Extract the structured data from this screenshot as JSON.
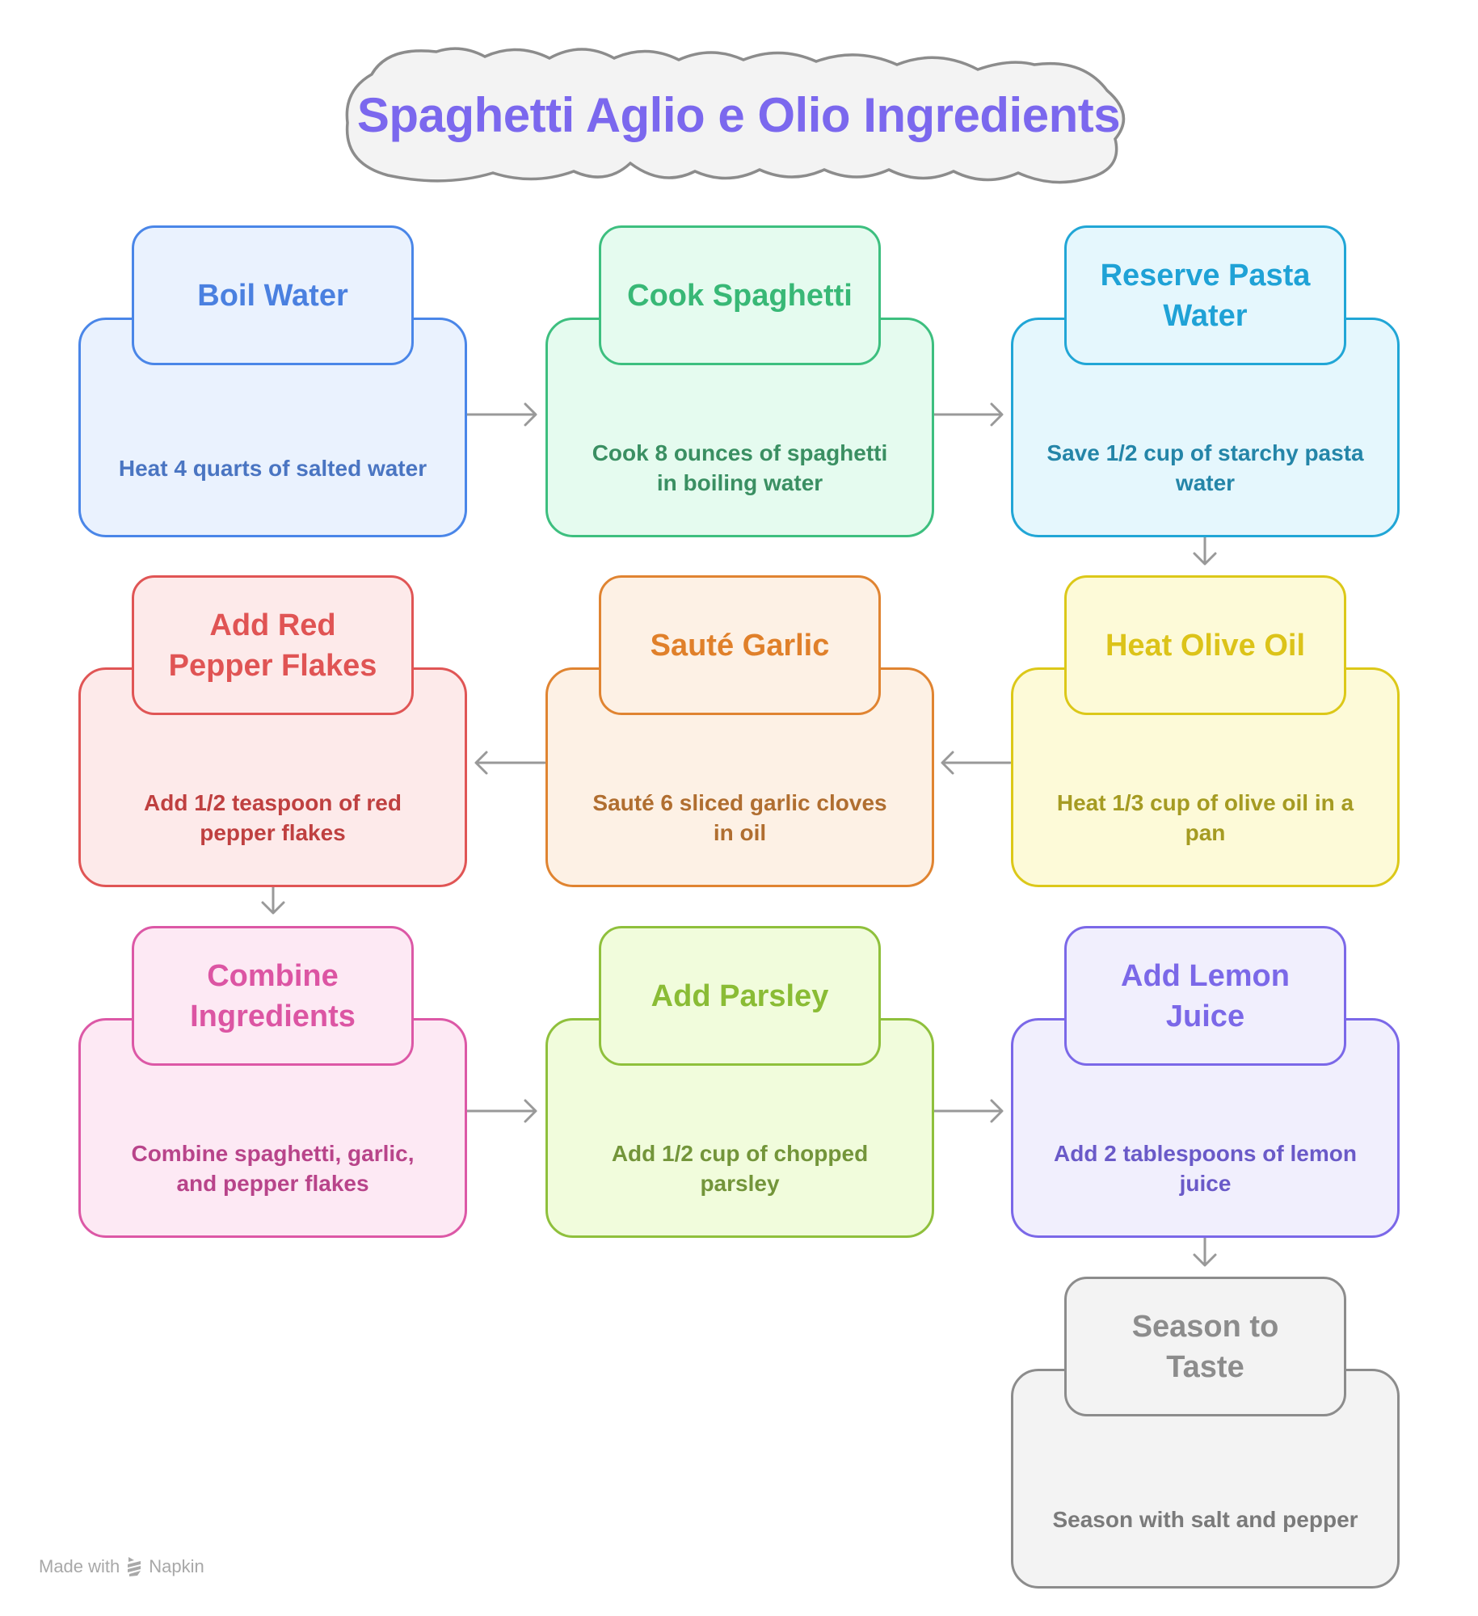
{
  "title": {
    "text": "Spaghetti Aglio e Olio Ingredients",
    "color": "#7b68ee",
    "cloud_fill": "#f3f3f3",
    "cloud_stroke": "#8c8c8c"
  },
  "steps": [
    {
      "id": "boil-water",
      "title": "Boil Water",
      "description": "Heat 4 quarts of salted water",
      "colors": {
        "border": "#4a86e8",
        "fill": "#eaf2fe",
        "title": "#4a80e0",
        "text": "#4a75c2"
      }
    },
    {
      "id": "cook-spaghetti",
      "title": "Cook Spaghetti",
      "description": "Cook 8 ounces of spaghetti in boiling water",
      "colors": {
        "border": "#3dbf7f",
        "fill": "#e5fbef",
        "title": "#38b876",
        "text": "#3a8f62"
      }
    },
    {
      "id": "reserve-pasta-water",
      "title": "Reserve Pasta Water",
      "description": "Save 1/2 cup of starchy pasta water",
      "colors": {
        "border": "#21a6d6",
        "fill": "#e5f7fd",
        "title": "#1fa2d6",
        "text": "#2485a8"
      }
    },
    {
      "id": "heat-olive-oil",
      "title": "Heat Olive Oil",
      "description": "Heat 1/3 cup of olive oil in a pan",
      "colors": {
        "border": "#dcc819",
        "fill": "#fdfad8",
        "title": "#dcc319",
        "text": "#a59b22"
      }
    },
    {
      "id": "saute-garlic",
      "title": "Sauté Garlic",
      "description": "Sauté 6 sliced garlic cloves in oil",
      "colors": {
        "border": "#e08431",
        "fill": "#fdf1e5",
        "title": "#e0802a",
        "text": "#b06e30"
      }
    },
    {
      "id": "add-red-pepper-flakes",
      "title": "Add Red Pepper Flakes",
      "description": "Add 1/2 teaspoon of red pepper flakes",
      "colors": {
        "border": "#e05555",
        "fill": "#fdeaea",
        "title": "#e05454",
        "text": "#bf4040"
      }
    },
    {
      "id": "combine-ingredients",
      "title": "Combine Ingredients",
      "description": "Combine spaghetti, garlic, and pepper flakes",
      "colors": {
        "border": "#dc58a6",
        "fill": "#fde9f4",
        "title": "#dc55a3",
        "text": "#b8448a"
      }
    },
    {
      "id": "add-parsley",
      "title": "Add Parsley",
      "description": "Add 1/2 cup of chopped parsley",
      "colors": {
        "border": "#8fc03c",
        "fill": "#f1fcdc",
        "title": "#8abc35",
        "text": "#73953a"
      }
    },
    {
      "id": "add-lemon-juice",
      "title": "Add Lemon Juice",
      "description": "Add 2 tablespoons of lemon juice",
      "colors": {
        "border": "#7b68e8",
        "fill": "#f1effd",
        "title": "#7b68e8",
        "text": "#6a5ac8"
      }
    },
    {
      "id": "season-to-taste",
      "title": "Season to Taste",
      "description": "Season with salt and pepper",
      "colors": {
        "border": "#8c8c8c",
        "fill": "#f3f3f3",
        "title": "#8c8c8c",
        "text": "#7a7a7a"
      }
    }
  ],
  "connector_color": "#999999",
  "footer": {
    "made_with": "Made with",
    "brand": "Napkin",
    "icon": "napkin-logo-icon",
    "color": "#a8a8a8"
  }
}
